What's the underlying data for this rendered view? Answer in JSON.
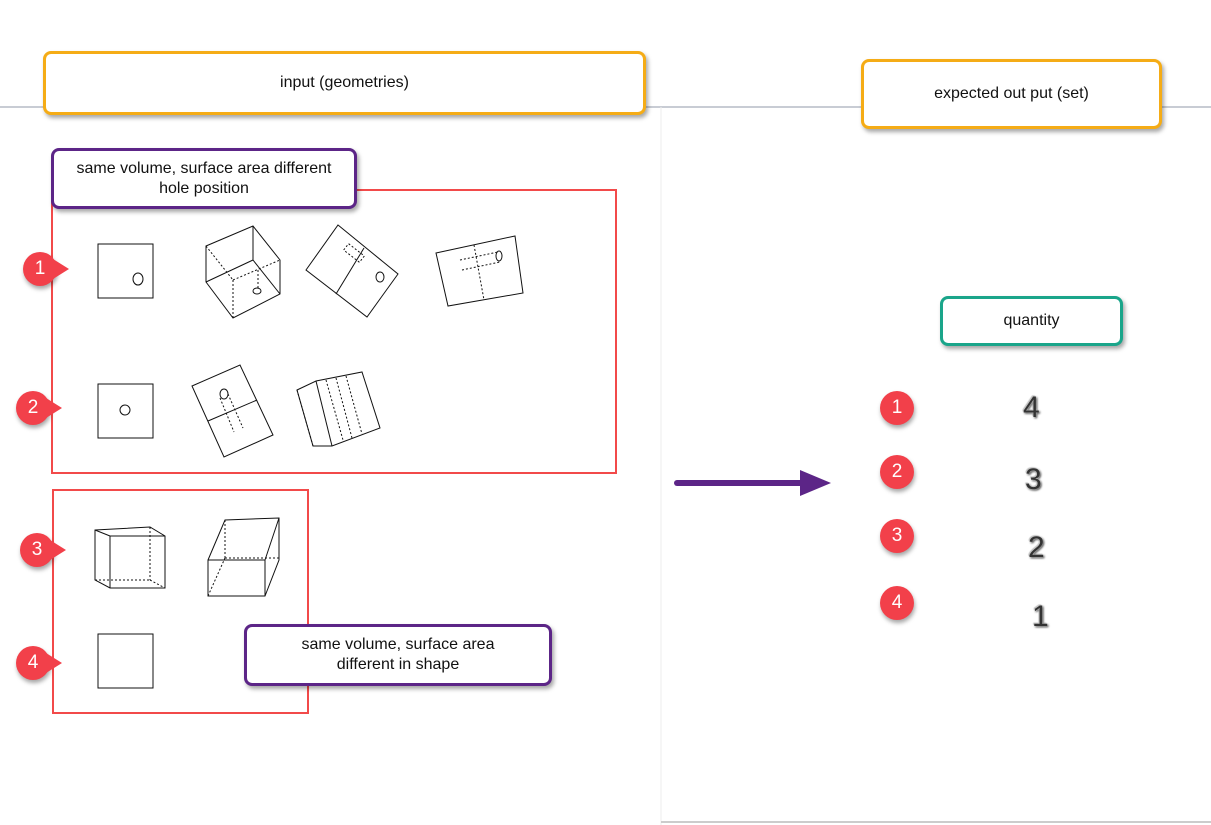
{
  "header": {
    "input_label": "input (geometries)",
    "output_label": "expected out put (set)"
  },
  "groups": {
    "hole_group_label": "same volume, surface area different hole position",
    "shape_group_label": "same volume, surface area different in shape"
  },
  "input_badges": [
    "1",
    "2",
    "3",
    "4"
  ],
  "output": {
    "column_header": "quantity",
    "rows": [
      {
        "set": "1",
        "quantity": "4"
      },
      {
        "set": "2",
        "quantity": "3"
      },
      {
        "set": "3",
        "quantity": "2"
      },
      {
        "set": "4",
        "quantity": "1"
      }
    ]
  },
  "colors": {
    "header_border": "#f5ac16",
    "group_label_border": "#5c2587",
    "group_box": "#f24a4a",
    "badge": "#f2404a",
    "quantity_border": "#1aa58a",
    "arrow": "#5c2587"
  }
}
